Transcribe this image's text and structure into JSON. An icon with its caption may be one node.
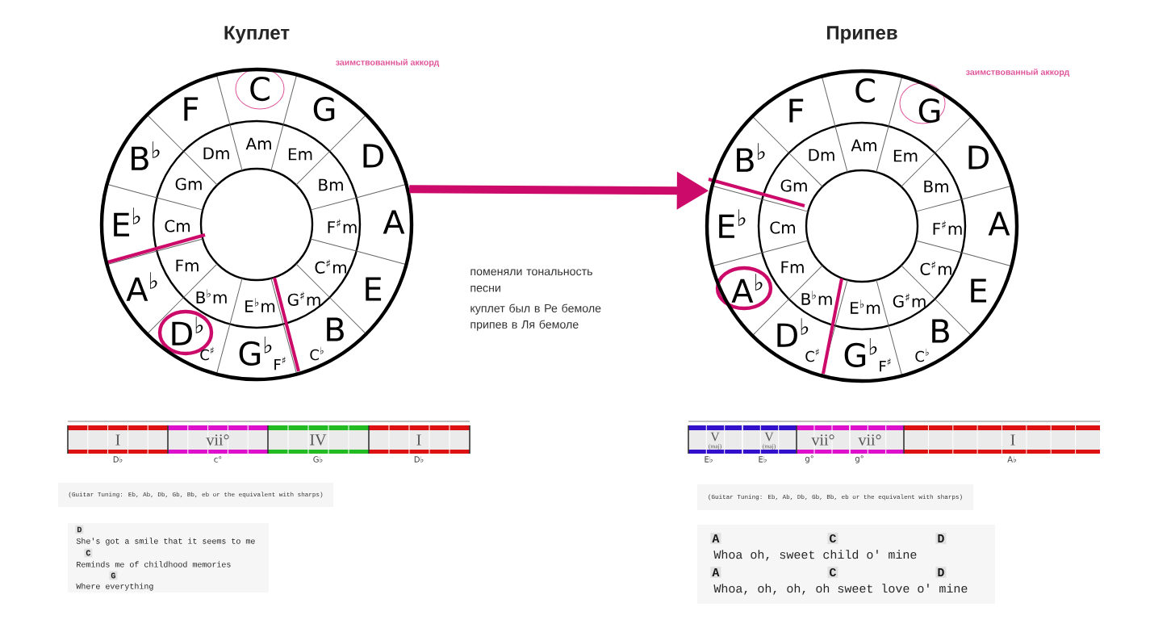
{
  "diagram": {
    "nodes": [
      {
        "text": [
          "Куплет"
        ]
      },
      {
        "text": [
          "Припев"
        ]
      },
      {
        "text": [
          "I"
        ],
        "beside": [
          "D♭"
        ]
      },
      {
        "text": [
          "vii°"
        ],
        "beside": [
          "c°"
        ]
      },
      {
        "text": [
          "IV"
        ],
        "beside": [
          "G♭"
        ]
      },
      {
        "text": [
          "I"
        ],
        "beside": [
          "D♭"
        ]
      },
      {
        "text": [
          "V",
          "(maj)"
        ],
        "beside": [
          "E♭"
        ]
      },
      {
        "text": [
          "V",
          "(maj)"
        ],
        "beside": [
          "E♭"
        ]
      },
      {
        "text": [
          "vii°"
        ],
        "beside": [
          "g°"
        ]
      },
      {
        "text": [
          "vii°"
        ],
        "beside": [
          "g°"
        ]
      },
      {
        "text": [
          "I"
        ],
        "beside": [
          "A♭"
        ]
      },
      {
        "text": [
          "(Guitar Tuning: Eb, Ab, Db, Gb, Bb, eb or the equivalent with sharps)"
        ]
      },
      {
        "text": [
          "D",
          "She's got a smile that it seems to me",
          "C",
          "Reminds me of childhood memories",
          "G",
          "Where everything"
        ]
      },
      {
        "text": [
          "(Guitar Tuning: Eb, Ab, Db, Gb, Bb, eb or the equivalent with sharps)"
        ]
      },
      {
        "text": [
          "A",
          "C",
          "D",
          "Whoa oh, sweet child o' mine",
          "A",
          "C",
          "D",
          "Whoa, oh, oh, oh sweet love o' mine"
        ]
      }
    ],
    "edges": [
      {
        "from": 0,
        "to": 1,
        "arrow": "to",
        "color": "#cc0a6a"
      }
    ],
    "labels": [
      "заимствованный аккорд",
      "C",
      "G",
      "D",
      "A",
      "E",
      "B",
      "C$^{♭}$",
      "G$^{♭}$",
      "F$^{♯}$",
      "D$^{♭}$",
      "C$^{♯}$",
      "A$^{♭}$",
      "E$^{♭}$",
      "B$^{♭}$",
      "F",
      "Am",
      "Em",
      "Bm",
      "F$^{♯}$m",
      "C$^{♯}$m",
      "G$^{♯}$m",
      "E$^{♭}$m",
      "B$^{♭}$m",
      "Fm",
      "Cm",
      "Gm",
      "Dm",
      "заимствованный аккорд",
      "C",
      "G",
      "D",
      "A",
      "E",
      "B",
      "C$^{♭}$",
      "G$^{♭}$",
      "F$^{♯}$",
      "D$^{♭}$",
      "C$^{♯}$",
      "A$^{♭}$",
      "E$^{♭}$",
      "B$^{♭}$",
      "F",
      "Am",
      "Em",
      "Bm",
      "F$^{♯}$m",
      "C$^{♯}$m",
      "G$^{♯}$m",
      "E$^{♭}$m",
      "B$^{♭}$m",
      "Fm",
      "Cm",
      "Gm",
      "Dm",
      "поменяли тональность песни",
      "куплет был в Ре бемоле",
      "припев в Ля бемоле"
    ]
  }
}
